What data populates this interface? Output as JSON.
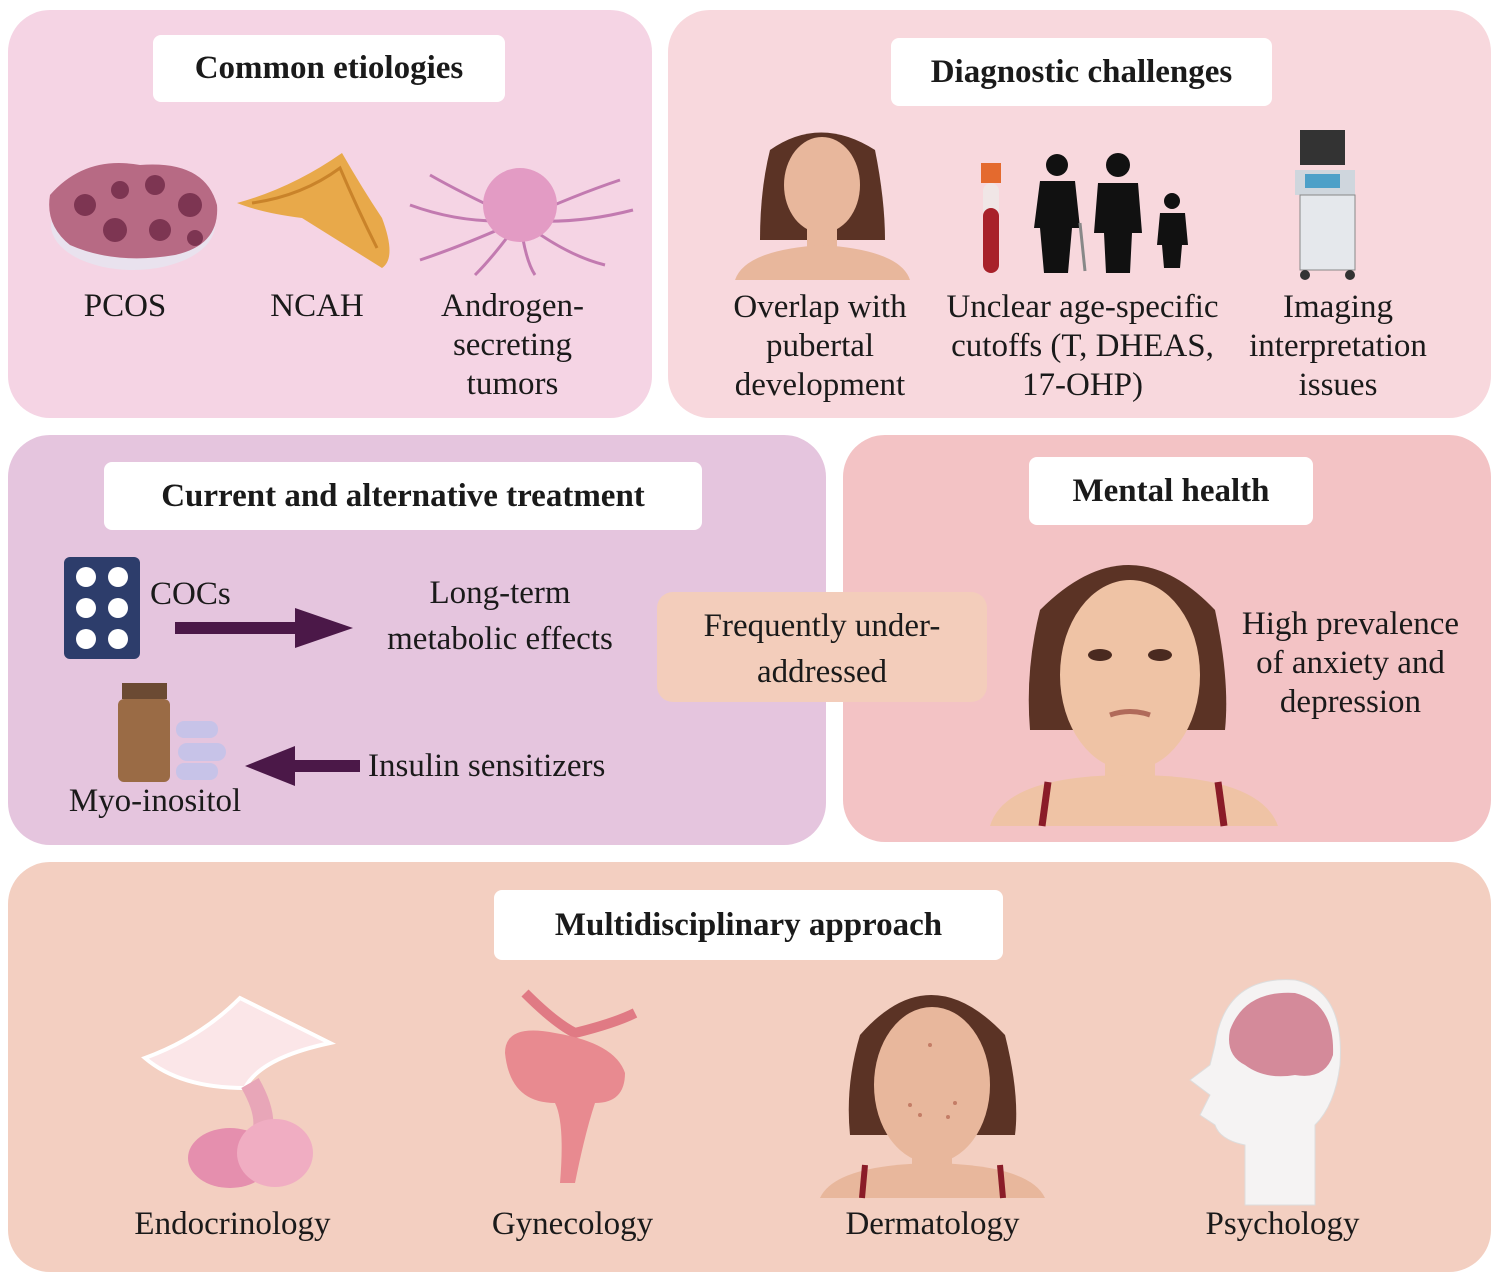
{
  "etiologies": {
    "title": "Common etiologies",
    "items": [
      "PCOS",
      "NCAH",
      "Androgen-\nsecreting\ntumors"
    ]
  },
  "diagnostic": {
    "title": "Diagnostic challenges",
    "items": [
      "Overlap with\npubertal\ndevelopment",
      "Unclear age-specific\ncutoffs (T, DHEAS,\n17-OHP)",
      "Imaging\ninterpretation\nissues"
    ]
  },
  "treatment": {
    "title": "Current and alternative treatment",
    "cocs": "COCs",
    "metabolic": "Long-term\nmetabolic effects",
    "myo": "Myo-inositol",
    "insulin": "Insulin sensitizers"
  },
  "center": {
    "label": "Frequently under-\naddressed"
  },
  "mental": {
    "title": "Mental health",
    "text": "High prevalence\nof anxiety and\ndepression"
  },
  "multi": {
    "title": "Multidisciplinary approach",
    "items": [
      "Endocrinology",
      "Gynecology",
      "Dermatology",
      "Psychology"
    ]
  },
  "colors": {
    "tl": "#f5d4e4",
    "tr": "#f8d8dd",
    "ml": "#e5c5de",
    "mr": "#f3c3c5",
    "bottom": "#f3cfc1",
    "center": "#f3cdbb",
    "arrow": "#4b1848"
  }
}
